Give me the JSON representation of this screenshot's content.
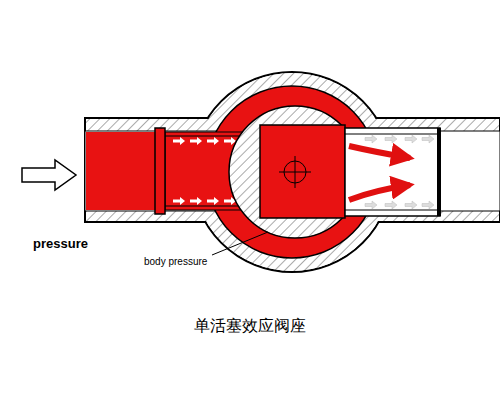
{
  "diagram": {
    "caption": "单活塞效应阀座",
    "labels": [
      "pressure",
      "body pressure"
    ]
  }
}
